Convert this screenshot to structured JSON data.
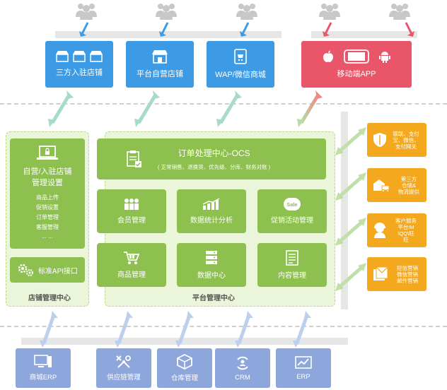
{
  "top": {
    "boxes": [
      {
        "label": "三方入驻店铺"
      },
      {
        "label": "平台自营店铺"
      },
      {
        "label": "WAP/微信商城"
      },
      {
        "label": "移动端APP"
      }
    ]
  },
  "store_panel": {
    "title_main": "自营/入驻店铺",
    "title_sub": "管理设置",
    "items": [
      "商品上传",
      "促销设置",
      "订单管理",
      "客服管理",
      "... ..."
    ],
    "api_label": "标准API接口",
    "footer": "店铺管理中心"
  },
  "platform_panel": {
    "ocs_title": "订单处理中心-OCS",
    "ocs_sub": "( 正常销售、退换货、优先级、分库、财务对账 )",
    "modules": [
      {
        "label": "会员管理"
      },
      {
        "label": "数据统计分析"
      },
      {
        "label": "促销活动管理"
      },
      {
        "label": "商品管理"
      },
      {
        "label": "数据中心"
      },
      {
        "label": "内容管理"
      }
    ],
    "sale_badge": "Sale",
    "footer": "平台管理中心"
  },
  "side_boxes": [
    {
      "lines": [
        "银联、支付",
        "宝、微信、",
        "支付网关"
      ]
    },
    {
      "lines": [
        "第三方",
        "仓储&",
        "物流提供"
      ]
    },
    {
      "lines": [
        "客户服务",
        "平台IM",
        "\\QQ\\旺",
        "旺"
      ]
    },
    {
      "lines": [
        "短信营销",
        "微信营销",
        "邮件营销"
      ]
    }
  ],
  "bottom_boxes": [
    {
      "label": "商城ERP"
    },
    {
      "label": "供应链管理"
    },
    {
      "label": "仓库管理"
    },
    {
      "label": "CRM"
    },
    {
      "label": "ERP"
    }
  ],
  "colors": {
    "blue": "#3d9be5",
    "red": "#e9566a",
    "green": "#8dc04e",
    "orange": "#f4a81d",
    "lavender": "#8da7dd"
  }
}
